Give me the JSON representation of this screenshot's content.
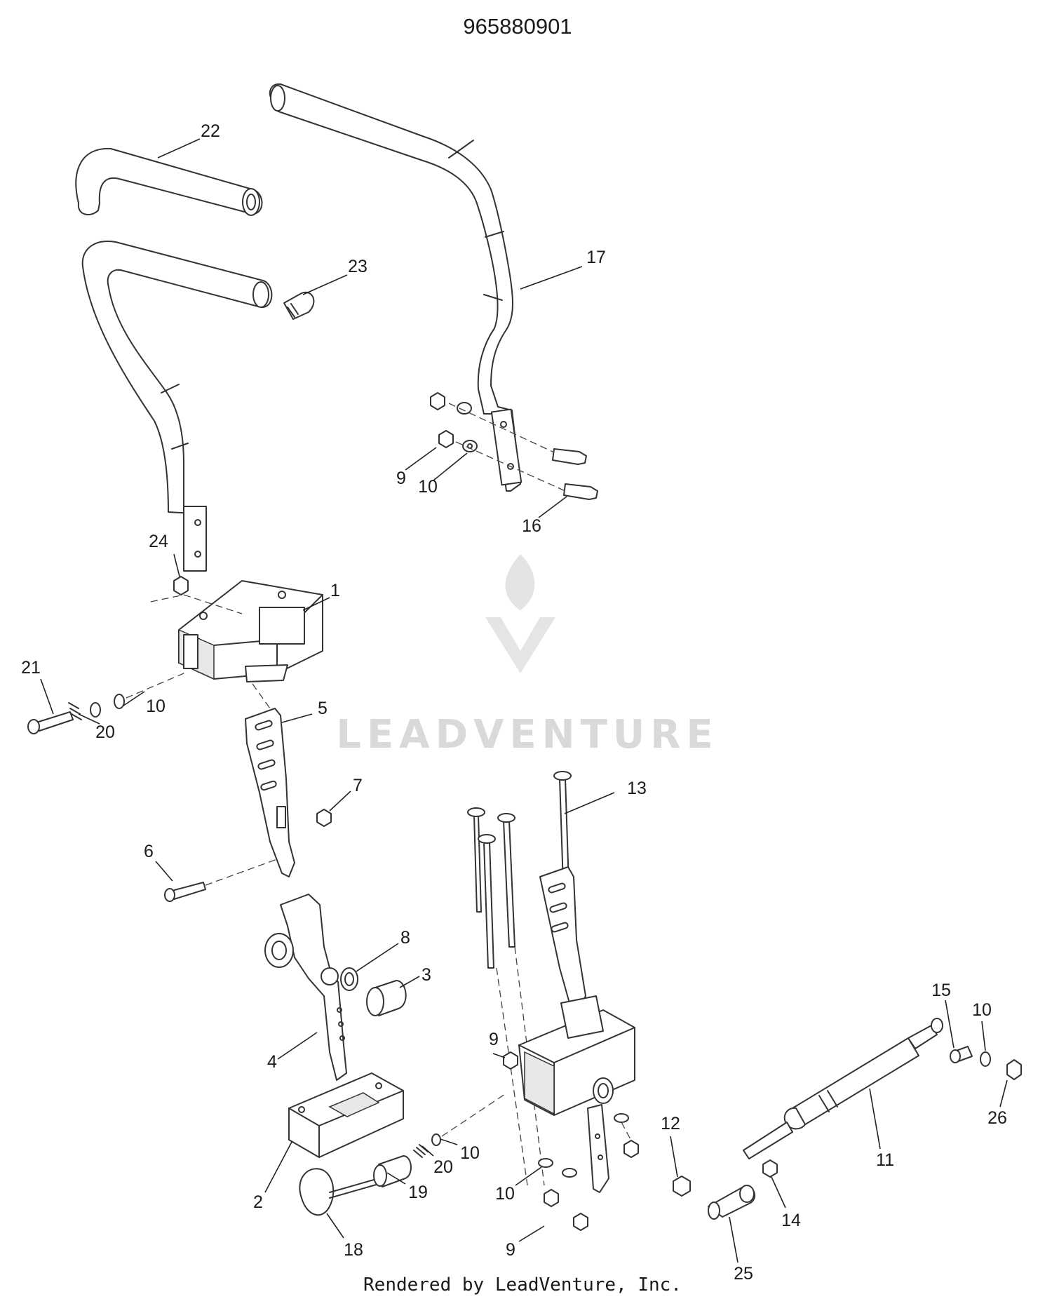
{
  "diagram": {
    "title": "965880901",
    "footer": "Rendered by LeadVenture, Inc.",
    "watermark": "LEADVENTURE",
    "callouts": [
      {
        "id": "c22",
        "label": "22"
      },
      {
        "id": "c23",
        "label": "23"
      },
      {
        "id": "c17",
        "label": "17"
      },
      {
        "id": "c9a",
        "label": "9"
      },
      {
        "id": "c10a",
        "label": "10"
      },
      {
        "id": "c16",
        "label": "16"
      },
      {
        "id": "c24",
        "label": "24"
      },
      {
        "id": "c1",
        "label": "1"
      },
      {
        "id": "c21",
        "label": "21"
      },
      {
        "id": "c10b",
        "label": "10"
      },
      {
        "id": "c20a",
        "label": "20"
      },
      {
        "id": "c5",
        "label": "5"
      },
      {
        "id": "c7",
        "label": "7"
      },
      {
        "id": "c6",
        "label": "6"
      },
      {
        "id": "c13",
        "label": "13"
      },
      {
        "id": "c8",
        "label": "8"
      },
      {
        "id": "c3",
        "label": "3"
      },
      {
        "id": "c4",
        "label": "4"
      },
      {
        "id": "c15",
        "label": "15"
      },
      {
        "id": "c10c",
        "label": "10"
      },
      {
        "id": "c9b",
        "label": "9"
      },
      {
        "id": "c26",
        "label": "26"
      },
      {
        "id": "c12",
        "label": "12"
      },
      {
        "id": "c11",
        "label": "11"
      },
      {
        "id": "c2",
        "label": "2"
      },
      {
        "id": "c20b",
        "label": "20"
      },
      {
        "id": "c10d",
        "label": "10"
      },
      {
        "id": "c19",
        "label": "19"
      },
      {
        "id": "c10e",
        "label": "10"
      },
      {
        "id": "c14",
        "label": "14"
      },
      {
        "id": "c18",
        "label": "18"
      },
      {
        "id": "c9c",
        "label": "9"
      },
      {
        "id": "c25",
        "label": "25"
      }
    ]
  }
}
